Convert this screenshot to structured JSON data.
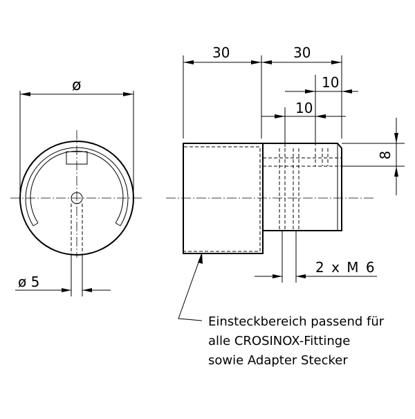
{
  "dimensions": {
    "front_diameter": "ø",
    "hole_diameter": "ø 5",
    "body_length": "30",
    "spigot_length": "30",
    "thread_offset_upper": "10",
    "thread_offset_lower": "10",
    "slot_width": "8",
    "thread_spec": "2 x M 6"
  },
  "note": {
    "line1": "Einsteckbereich passend  für",
    "line2": "alle CROSINOX-Fittinge",
    "line3": "sowie Adapter Stecker"
  }
}
